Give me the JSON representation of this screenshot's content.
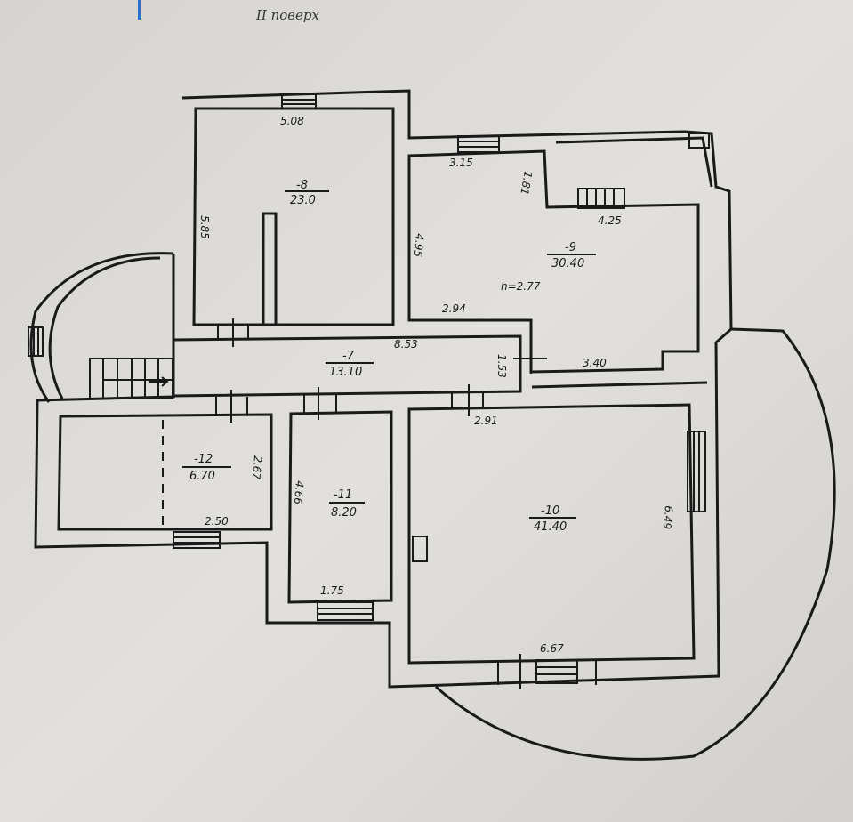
{
  "header": {
    "floor_label": "II поверх"
  },
  "rooms": [
    {
      "number": "-8",
      "area": "23.0"
    },
    {
      "number": "-9",
      "area": "30.40"
    },
    {
      "number": "-7",
      "area": "13.10"
    },
    {
      "number": "-12",
      "area": "6.70"
    },
    {
      "number": "-11",
      "area": "8.20"
    },
    {
      "number": "-10",
      "area": "41.40"
    }
  ],
  "dimensions": {
    "room8_top": "5.08",
    "room8_left": "5.85",
    "room9_top": "3.15",
    "room9_notch": "1.81",
    "room9_left": "4.95",
    "room9_step": "4.25",
    "room9_height": "h=2.77",
    "room9_bottom": "2.94",
    "room7_length": "8.53",
    "room7_width": "1.53",
    "room7_right": "3.40",
    "room10_top": "2.91",
    "room10_right": "6.49",
    "room10_bottom": "6.67",
    "room12_right": "2.67",
    "room12_bottom": "2.50",
    "room11_left": "4.66",
    "room11_bottom": "1.75"
  }
}
